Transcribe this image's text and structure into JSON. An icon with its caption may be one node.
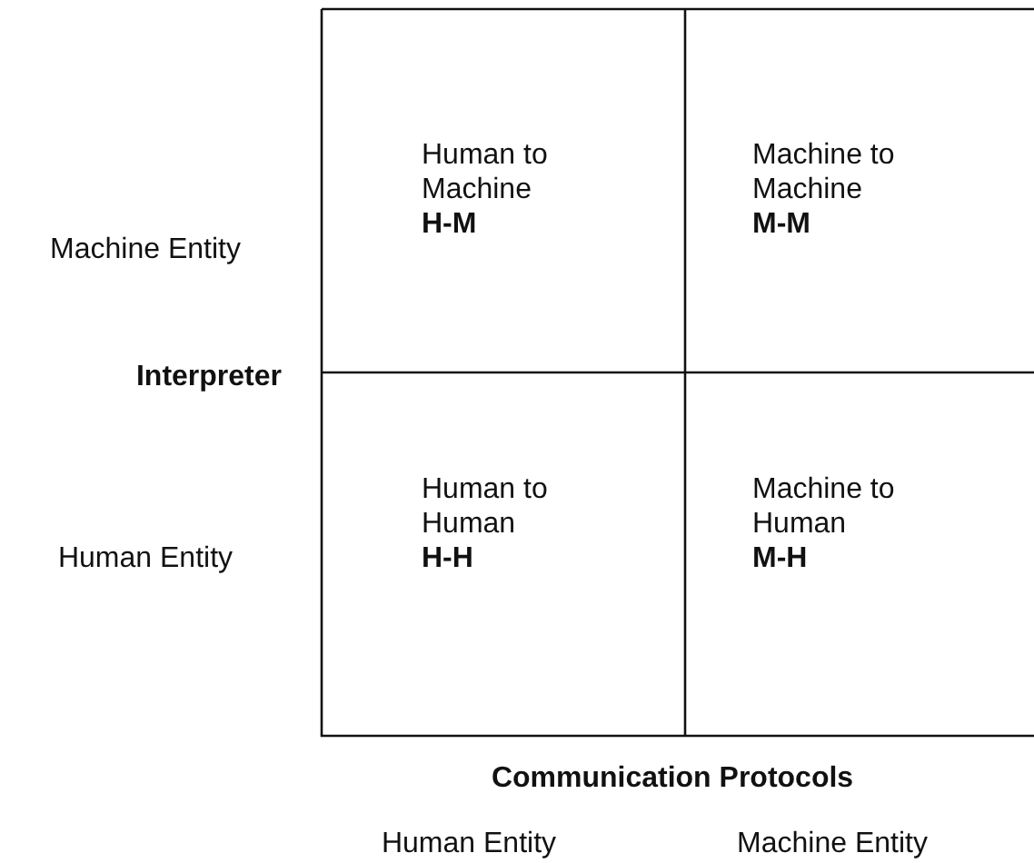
{
  "diagram": {
    "nodes": [
      {
        "text": [
          "Human to Machine",
          "H-M"
        ]
      },
      {
        "text": [
          "Machine to Machine",
          "M-M"
        ]
      },
      {
        "text": [
          "Human to Human",
          "H-H"
        ]
      },
      {
        "text": [
          "Machine to Human",
          "M-H"
        ]
      }
    ],
    "labels": [
      "Machine Entity",
      "Interpreter",
      "Human Entity",
      "Communication Protocols",
      "Human Entity",
      "Machine Entity"
    ]
  }
}
